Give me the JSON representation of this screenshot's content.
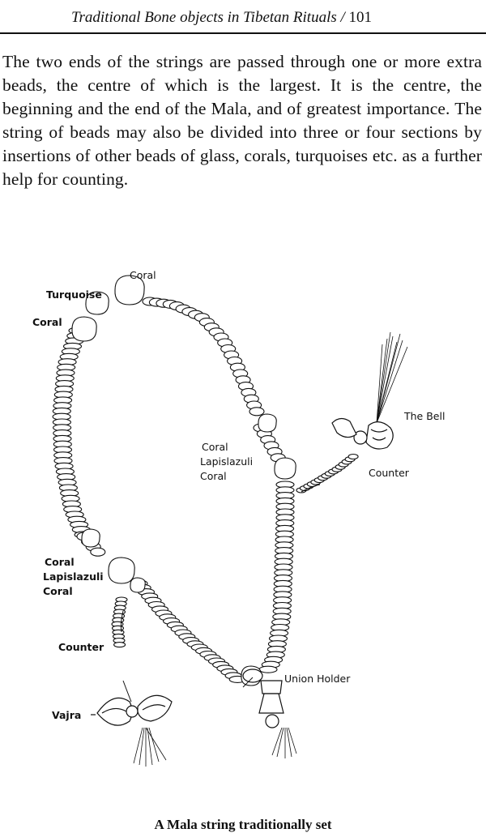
{
  "header": {
    "running_title": "Traditional Bone objects in Tibetan Rituals",
    "separator": "/",
    "page_number": "101"
  },
  "body": {
    "paragraph": "The two ends of the strings are passed through one or more extra beads, the centre of which is the largest. It is the centre, the beginning and the end of the Mala, and of greatest importance. The string of beads may also be divided into three or four sections by insertions of other beads of glass, corals, turquoises etc. as a further help for counting."
  },
  "figure": {
    "labels": {
      "coral_top": "Coral",
      "turquoise": "Turquoise",
      "coral_left": "Coral",
      "mid_coral_1": "Coral",
      "mid_lapis": "Lapislazuli",
      "mid_coral_2": "Coral",
      "low_coral_1": "Coral",
      "low_lapis": "Lapislazuli",
      "low_coral_2": "Coral",
      "counter_left": "Counter",
      "vajra": "Vajra",
      "bell": "The Bell",
      "counter_right": "Counter",
      "union_holder": "Union Holder"
    },
    "caption": "A Mala string traditionally set"
  }
}
